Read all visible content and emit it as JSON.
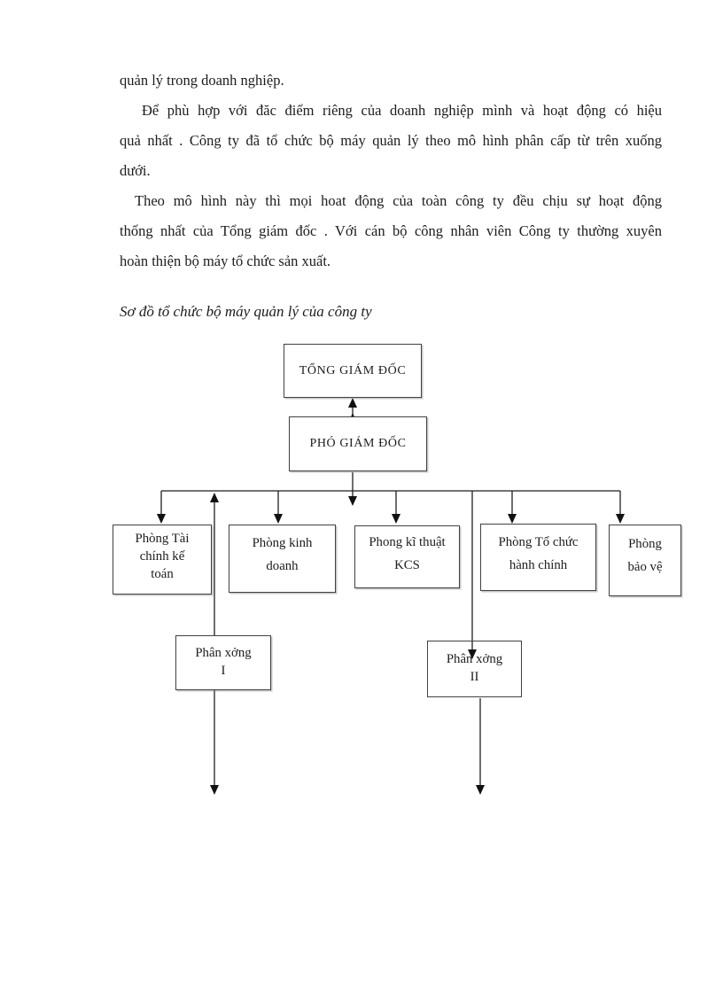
{
  "colors": {
    "ink": "#1c1c1c",
    "box_border": "#414141",
    "page_background": "#ffffff"
  },
  "body_text": {
    "para1_lines": [
      "quản lý  trong doanh nghiệp."
    ],
    "para2_lines": [
      "Để phù hợp với đăc điểm riêng của doanh nghiệp mình và hoạt động có hiệu",
      "quả nhất . Công ty đã tổ chức bộ máy quản lý theo mô hình phân cấp từ trên xuống",
      "dưới."
    ],
    "para3_lines": [
      "Theo mô hình này thì mọi hoat động của toàn công ty đều chịu sự hoạt động",
      "thống nhất của Tổng giám đốc . Với cán bộ công nhân viên Công ty thường xuyên",
      "hoàn thiện bộ máy tổ chức sản xuất."
    ],
    "caption": "Sơ đồ tổ chức bộ máy quản lý của công ty"
  },
  "org_chart": {
    "top": {
      "label": "TỔNG GIÁM ĐỐC"
    },
    "deputy": {
      "label": "PHÓ GIÁM ĐỐC"
    },
    "departments": [
      {
        "lines": [
          "Phòng Tài",
          "chính  kế",
          "toán"
        ]
      },
      {
        "lines": [
          "Phòng kinh",
          "doanh"
        ]
      },
      {
        "lines": [
          "Phong kĩ thuật",
          "KCS"
        ]
      },
      {
        "lines": [
          "Phòng Tổ chức",
          "hành chính"
        ]
      },
      {
        "lines": [
          "Phòng",
          "bảo vệ"
        ]
      }
    ],
    "workshops": [
      {
        "lines": [
          "Phân xởng",
          "I"
        ]
      },
      {
        "lines": [
          "Phân xởng",
          "II"
        ]
      }
    ]
  }
}
